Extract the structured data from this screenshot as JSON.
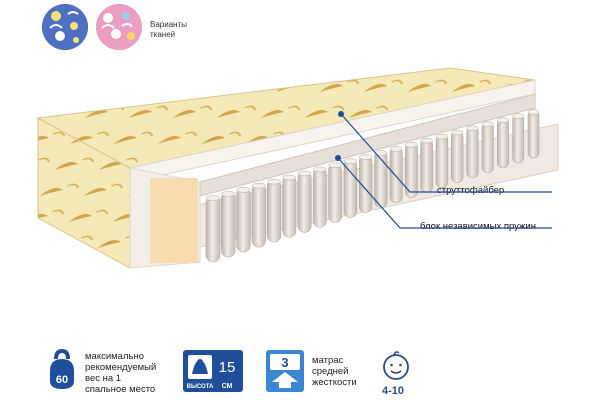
{
  "variants": {
    "label_line1": "Варианты",
    "label_line2": "тканей"
  },
  "callouts": {
    "top_layer": "струттофайбер",
    "spring_block": "блок независимых пружин"
  },
  "features": {
    "weight": {
      "value": "60",
      "line1": "максимально",
      "line2": "рекомендуемый",
      "line3": "вес на 1",
      "line4": "спальное место"
    },
    "height": {
      "value": "15",
      "unit": "см",
      "caption": "высота"
    },
    "firmness": {
      "value": "3",
      "line1": "матрас",
      "line2": "средней",
      "line3": "жесткости"
    },
    "age": {
      "range": "4-10"
    }
  },
  "colors": {
    "brand_blue": "#1f4e9a",
    "light_blue": "#3a86d0",
    "fabric_cream": "#f6e9b8",
    "leaf_gold": "#c99a3c",
    "spring_fabric": "#e2dcd4"
  }
}
